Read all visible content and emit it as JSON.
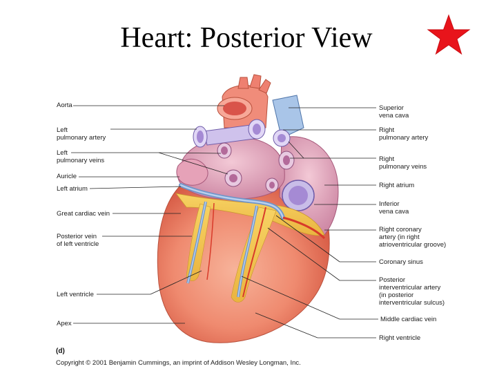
{
  "slide": {
    "title": "Heart: Posterior View",
    "star_color": "#e8141b",
    "star_icon": "star-icon"
  },
  "figure": {
    "panel_letter": "(d)",
    "copyright": "Copyright © 2001 Benjamin Cummings, an imprint of Addison Wesley Longman, Inc.",
    "labels_left": [
      {
        "key": "aorta",
        "text": "Aorta"
      },
      {
        "key": "left-pulmonary-artery",
        "text": "Left\npulmonary artery"
      },
      {
        "key": "left-pulmonary-veins",
        "text": "Left\npulmonary veins"
      },
      {
        "key": "auricle",
        "text": "Auricle"
      },
      {
        "key": "left-atrium",
        "text": "Left atrium"
      },
      {
        "key": "great-cardiac-vein",
        "text": "Great cardiac vein"
      },
      {
        "key": "posterior-vein",
        "text": "Posterior vein\nof left ventricle"
      },
      {
        "key": "left-ventricle",
        "text": "Left ventricle"
      },
      {
        "key": "apex",
        "text": "Apex"
      }
    ],
    "labels_right": [
      {
        "key": "superior-vena-cava",
        "text": "Superior\nvena cava"
      },
      {
        "key": "right-pulmonary-artery",
        "text": "Right\npulmonary artery"
      },
      {
        "key": "right-pulmonary-veins",
        "text": "Right\npulmonary veins"
      },
      {
        "key": "right-atrium",
        "text": "Right atrium"
      },
      {
        "key": "inferior-vena-cava",
        "text": "Inferior\nvena cava"
      },
      {
        "key": "right-coronary-artery",
        "text": "Right coronary\nartery (in right\natrioventricular groove)"
      },
      {
        "key": "coronary-sinus",
        "text": "Coronary sinus"
      },
      {
        "key": "posterior-interventricular-artery",
        "text": "Posterior\ninterventricular artery\n(in posterior\ninterventricular sulcus)"
      },
      {
        "key": "middle-cardiac-vein",
        "text": "Middle cardiac vein"
      },
      {
        "key": "right-ventricle",
        "text": "Right ventricle"
      }
    ]
  }
}
